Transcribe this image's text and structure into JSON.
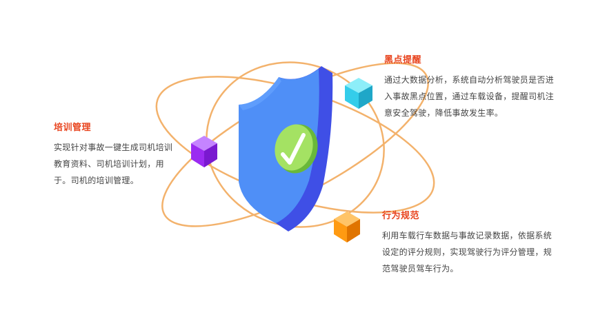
{
  "features": {
    "black_spot": {
      "title": "黑点提醒",
      "desc": "通过大数据分析，系统自动分析驾驶员是否进入事故黑点位置，通过车载设备，提醒司机注意安全驾驶，降低事故发生率。"
    },
    "training": {
      "title": "培训管理",
      "desc": "实现针对事故一键生成司机培训教育资料、司机培训计划，用于。司机的培训管理。"
    },
    "behavior": {
      "title": "行为规范",
      "desc": "利用车载行车数据与事故记录数据，依据系统设定的评分规则，实现驾驶行为评分管理，规范驾驶员驾车行为。"
    }
  },
  "colors": {
    "title": "#e8431d",
    "text": "#444444",
    "orbit": "#f3b26c",
    "shield_front": "#4f8ff7",
    "shield_side": "#3f4fe6",
    "check_disc": "#a4e263",
    "cube_cyan": "#34cdea",
    "cube_purple": "#9b2bf1",
    "cube_orange": "#ff9a12"
  },
  "icons": {
    "shield": "shield-check-icon",
    "cube_cyan": "cube-icon",
    "cube_purple": "cube-icon",
    "cube_orange": "cube-icon"
  }
}
